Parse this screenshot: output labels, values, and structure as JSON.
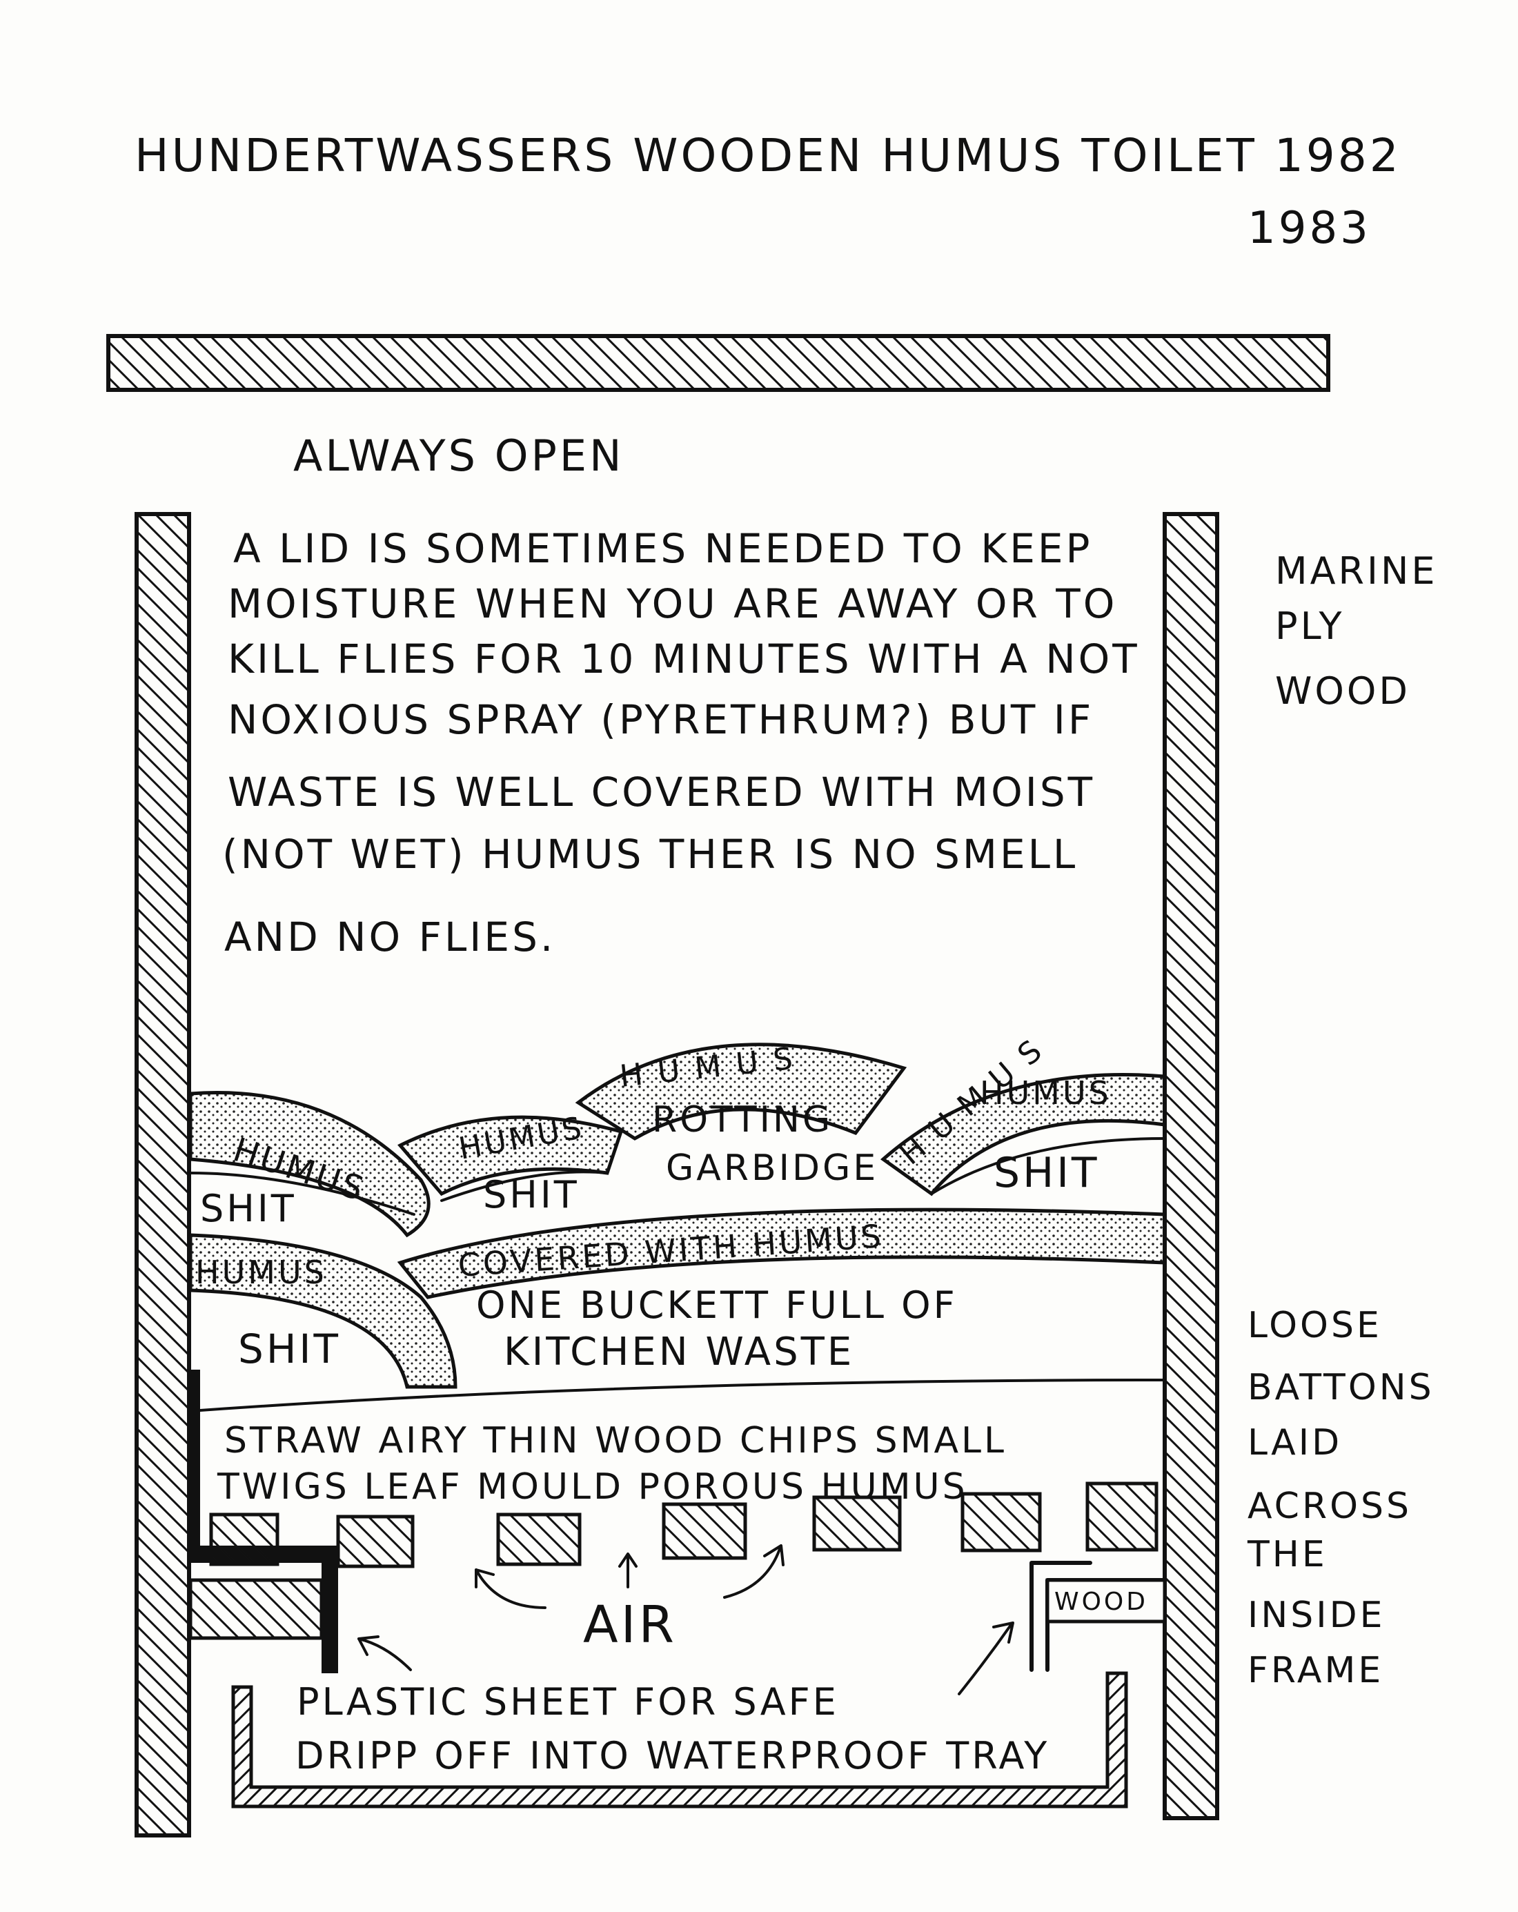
{
  "title": {
    "line1": "HUNDERTWASSERS WOODEN HUMUS TOILET 1982",
    "line2": "1983"
  },
  "lid_label": "ALWAYS OPEN",
  "note": [
    "A LID IS SOMETIMES NEEDED TO KEEP",
    "MOISTURE WHEN YOU ARE AWAY OR TO",
    "KILL FLIES FOR 10 MINUTES WITH A NOT",
    "NOXIOUS SPRAY (PYRETHRUM?) BUT IF",
    "WASTE IS WELL COVERED WITH MOIST",
    "(NOT WET) HUMUS THER IS NO SMELL",
    "AND NO FLIES."
  ],
  "side_labels": {
    "wall": [
      "MARINE",
      "PLY",
      "WOOD"
    ],
    "battens": [
      "LOOSE",
      "BATTONS",
      "LAID",
      "ACROSS",
      "THE",
      "INSIDE",
      "FRAME"
    ]
  },
  "layers": {
    "humus": "HUMUS",
    "humus_spaced": "H U M U S",
    "shit": "SHIT",
    "rotting_1": "ROTTING",
    "rotting_2": "GARBIDGE",
    "covered": "COVERED WITH HUMUS",
    "bucket_1": "ONE BUCKETT FULL OF",
    "bucket_2": "KITCHEN WASTE",
    "base_1": "STRAW AIRY THIN WOOD CHIPS SMALL",
    "base_2": "TWIGS LEAF MOULD POROUS HUMUS"
  },
  "air_label": "AIR",
  "wood_label": "WOOD",
  "tray_label": [
    "PLASTIC SHEET FOR SAFE",
    "DRIPP OFF INTO WATERPROOF TRAY"
  ]
}
